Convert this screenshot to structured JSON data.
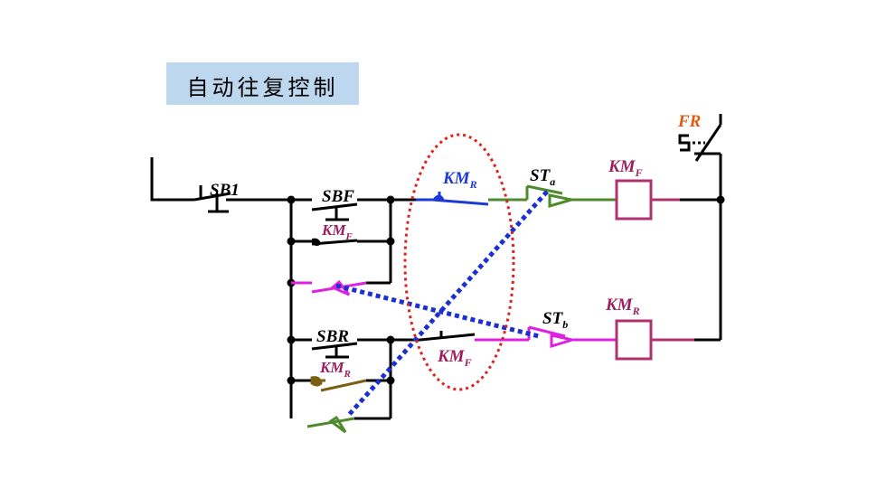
{
  "title": "自动往复控制",
  "labels": {
    "sb1": "SB1",
    "sbf": "SBF",
    "sbr": "SBR",
    "fr": "FR",
    "km_main": "KM",
    "st_main": "ST",
    "sub_r": "R",
    "sub_f": "F",
    "sub_a": "a",
    "sub_b": "b"
  },
  "colors": {
    "black": "#000000",
    "blue": "#1d3ad8",
    "green": "#4f8a2e",
    "magenta": "#e020e0",
    "coil": "#b03070",
    "brown": "#7a6010",
    "fr_orange": "#e05a10",
    "label_purple": "#9b1f5f",
    "title_bg": "#bdd7ee",
    "ellipse_red": "#e02020",
    "dotted_blue": "#1a30d0"
  }
}
